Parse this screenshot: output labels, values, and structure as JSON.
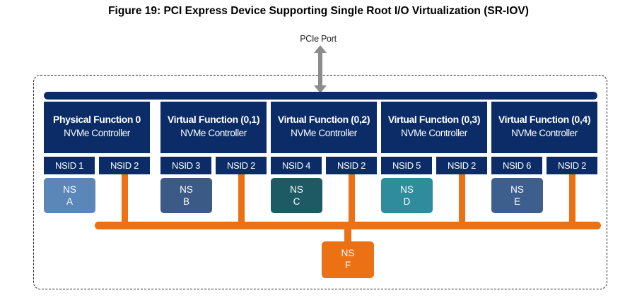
{
  "title": "Figure 19: PCI Express Device Supporting Single Root I/O Virtualization (SR-IOV)",
  "port_label": "PCIe Port",
  "functions": [
    {
      "name": "Physical Function 0",
      "sub": "NVMe Controller",
      "nsids": [
        "NSID 1",
        "NSID 2"
      ]
    },
    {
      "name": "Virtual Function (0,1)",
      "sub": "NVMe Controller",
      "nsids": [
        "NSID 3",
        "NSID 2"
      ]
    },
    {
      "name": "Virtual Function (0,2)",
      "sub": "NVMe Controller",
      "nsids": [
        "NSID 4",
        "NSID 2"
      ]
    },
    {
      "name": "Virtual Function (0,3)",
      "sub": "NVMe Controller",
      "nsids": [
        "NSID 5",
        "NSID 2"
      ]
    },
    {
      "name": "Virtual Function (0,4)",
      "sub": "NVMe Controller",
      "nsids": [
        "NSID 6",
        "NSID 2"
      ]
    }
  ],
  "namespaces": [
    {
      "line1": "NS",
      "line2": "A",
      "color": "#5a86b8"
    },
    {
      "line1": "NS",
      "line2": "B",
      "color": "#3b5a86"
    },
    {
      "line1": "NS",
      "line2": "C",
      "color": "#1e5a63"
    },
    {
      "line1": "NS",
      "line2": "D",
      "color": "#2f8c9c"
    },
    {
      "line1": "NS",
      "line2": "E",
      "color": "#3d5f8e"
    }
  ],
  "shared_namespace": {
    "line1": "NS",
    "line2": "F",
    "color": "#ec7114"
  },
  "colors": {
    "controller": "#0b2c66",
    "shared_bus": "#ec7114",
    "arrow": "#8c8c8c"
  }
}
